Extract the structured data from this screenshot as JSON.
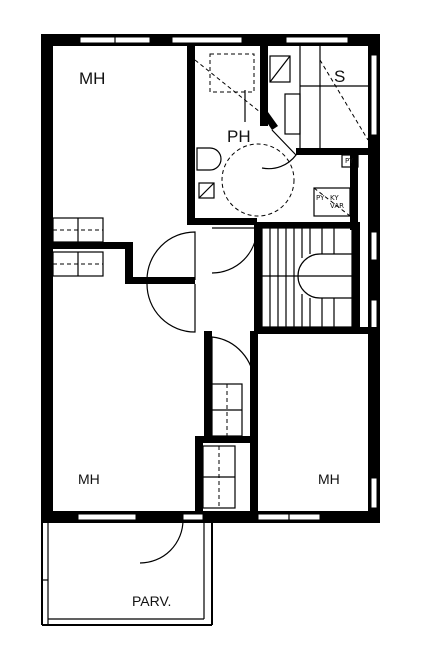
{
  "rooms": {
    "mh_top_left": "MH",
    "ph": "PH",
    "sauna": "S",
    "mh_bottom_left": "MH",
    "mh_bottom_right": "MH",
    "balcony": "PARV."
  },
  "fixtures": {
    "py_upper": "PY",
    "py_lower": "PY",
    "ky_var": "KY\nVAR"
  },
  "colors": {
    "wall": "#000000",
    "background": "#ffffff",
    "line": "#000000"
  }
}
